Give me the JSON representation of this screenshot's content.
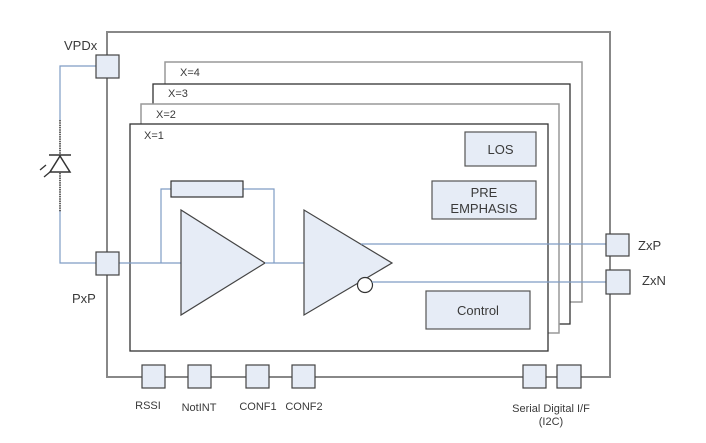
{
  "diagram": {
    "title": "Photodiode receiver channel block diagram",
    "channels": [
      {
        "label": "X=4"
      },
      {
        "label": "X=3"
      },
      {
        "label": "X=2"
      },
      {
        "label": "X=1"
      }
    ],
    "blocks": {
      "los": "LOS",
      "pre_emphasis_line1": "PRE",
      "pre_emphasis_line2": "EMPHASIS",
      "control": "Control"
    },
    "pins": {
      "vpd": "VPDx",
      "pxp": "PxP",
      "zxp": "ZxP",
      "zxn": "ZxN",
      "rssi": "RSSI",
      "notint": "NotINT",
      "conf1": "CONF1",
      "conf2": "CONF2",
      "serial_line1": "Serial Digital I/F",
      "serial_line2": "(I2C)"
    },
    "colors": {
      "block_fill": "#e6ecf6",
      "signal_wire": "#7f9cc4",
      "outline": "#333333",
      "frame": "#808080"
    }
  }
}
